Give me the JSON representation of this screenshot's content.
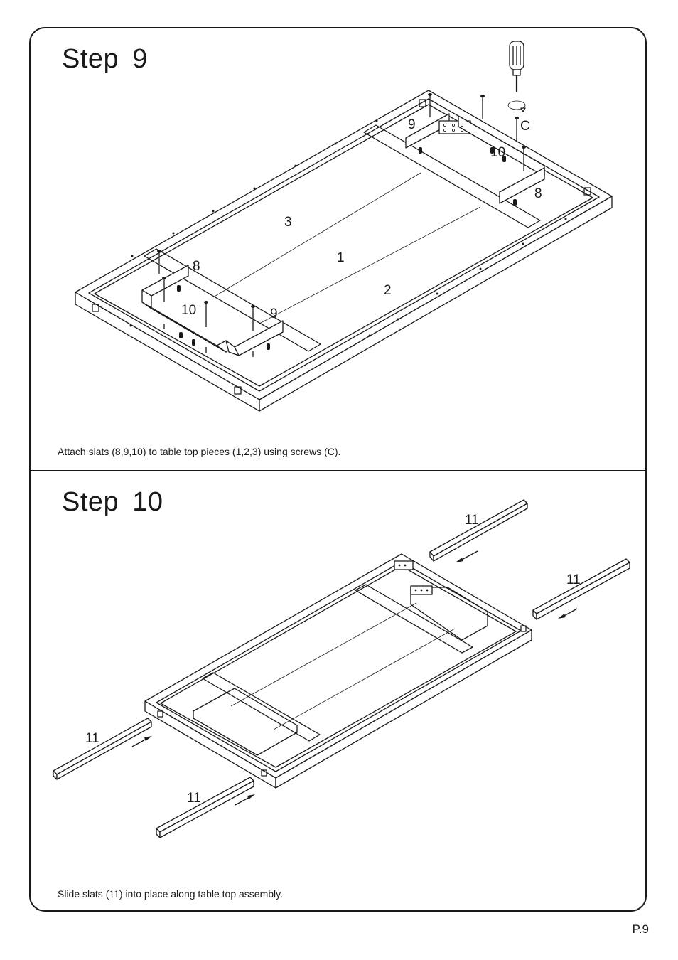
{
  "steps": [
    {
      "title": "Step  9",
      "caption": "Attach slats (8,9,10) to table top pieces (1,2,3) using screws (C).",
      "labels": {
        "piece_1": "1",
        "piece_2": "2",
        "piece_3": "3",
        "slat_8_a": "8",
        "slat_8_b": "8",
        "slat_9_a": "9",
        "slat_9_b": "9",
        "slat_10_a": "10",
        "slat_10_b": "10",
        "screw_c": "C"
      }
    },
    {
      "title": "Step  10",
      "caption": "Slide slats (11) into place along table top assembly.",
      "labels": {
        "slat_11_a": "11",
        "slat_11_b": "11",
        "slat_11_c": "11",
        "slat_11_d": "11"
      }
    }
  ],
  "page_number": "P.9"
}
